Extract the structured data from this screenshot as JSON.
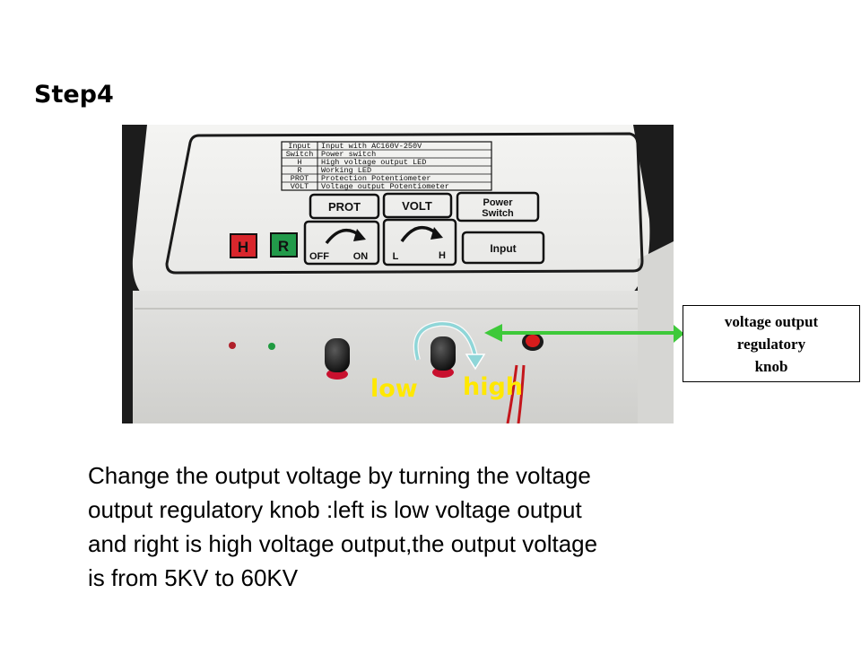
{
  "slide": {
    "title": "Step4",
    "description_lines": [
      "Change the output voltage  by turning the voltage",
      "output regulatory knob :left is low voltage output",
      "and right is high voltage output,the output voltage",
      "is from 5KV to 60KV"
    ]
  },
  "callout": {
    "lines": [
      "voltage output",
      "regulatory",
      "knob"
    ]
  },
  "photo": {
    "label_table": [
      {
        "key": "Input",
        "value": "Input  with  AC160V-250V"
      },
      {
        "key": "Switch",
        "value": "Power  switch"
      },
      {
        "key": "H",
        "value": "High  voltage  output  LED"
      },
      {
        "key": "R",
        "value": "Working  LED"
      },
      {
        "key": "PROT",
        "value": "Protection  Potentiometer"
      },
      {
        "key": "VOLT",
        "value": "Voltage  output  Potentiometer"
      }
    ],
    "panel_buttons": {
      "prot": "PROT",
      "volt": "VOLT",
      "power_line1": "Power",
      "power_line2": "Switch",
      "input": "Input",
      "led_h": "H",
      "led_r": "R"
    },
    "knob_scales": {
      "prot_off": "OFF",
      "prot_on": "ON",
      "volt_l": "L",
      "volt_h": "H"
    },
    "direction_labels": {
      "low": "low",
      "high": "high"
    }
  },
  "colors": {
    "label_yellow": "#ffe800",
    "arrow_green": "#3ec93a",
    "led_red": "#d9262c",
    "led_green": "#229a4a"
  }
}
